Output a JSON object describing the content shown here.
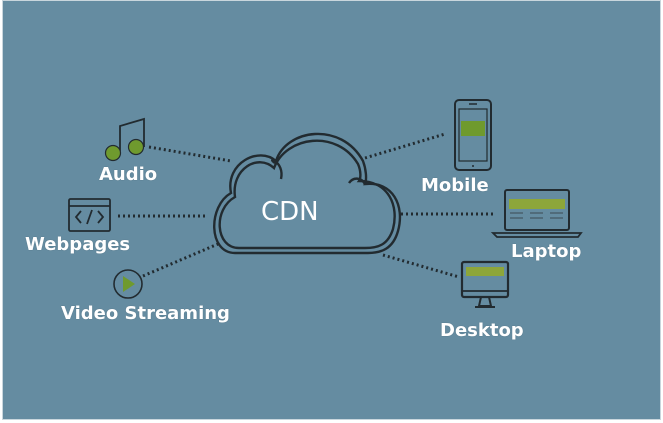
{
  "diagram": {
    "center": {
      "label": "CDN",
      "icon": "cloud-icon"
    },
    "sources": [
      {
        "label": "Audio",
        "icon": "music-note-icon"
      },
      {
        "label": "Webpages",
        "icon": "code-window-icon"
      },
      {
        "label": "Video Streaming",
        "icon": "play-icon"
      }
    ],
    "devices": [
      {
        "label": "Mobile",
        "icon": "mobile-icon"
      },
      {
        "label": "Laptop",
        "icon": "laptop-icon"
      },
      {
        "label": "Desktop",
        "icon": "desktop-icon"
      }
    ],
    "colors": {
      "background": "#658ca1",
      "stroke": "#222b30",
      "accent": "#6f9a2e",
      "text": "#ffffff"
    }
  }
}
